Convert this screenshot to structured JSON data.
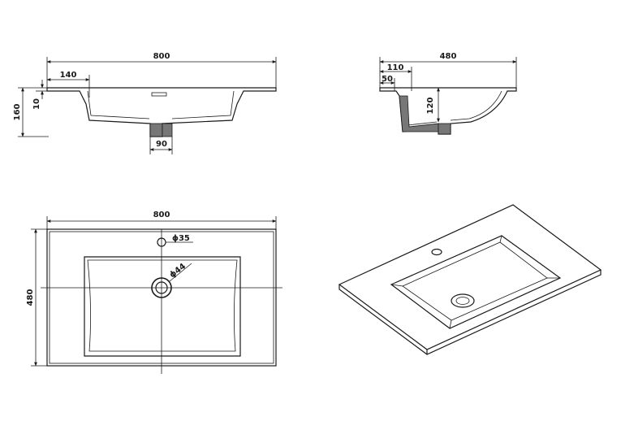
{
  "front_view": {
    "width_label": "800",
    "rim_width_label": "140",
    "height_label": "160",
    "thickness_label": "10",
    "drain_width_label": "90"
  },
  "side_view": {
    "depth_label": "480",
    "tap_offset_label": "110",
    "tap_hole_label": "50",
    "bowl_depth_label": "120"
  },
  "top_view": {
    "width_label": "800",
    "depth_label": "480",
    "tap_hole_label": "ϕ35",
    "drain_label": "ϕ44"
  }
}
